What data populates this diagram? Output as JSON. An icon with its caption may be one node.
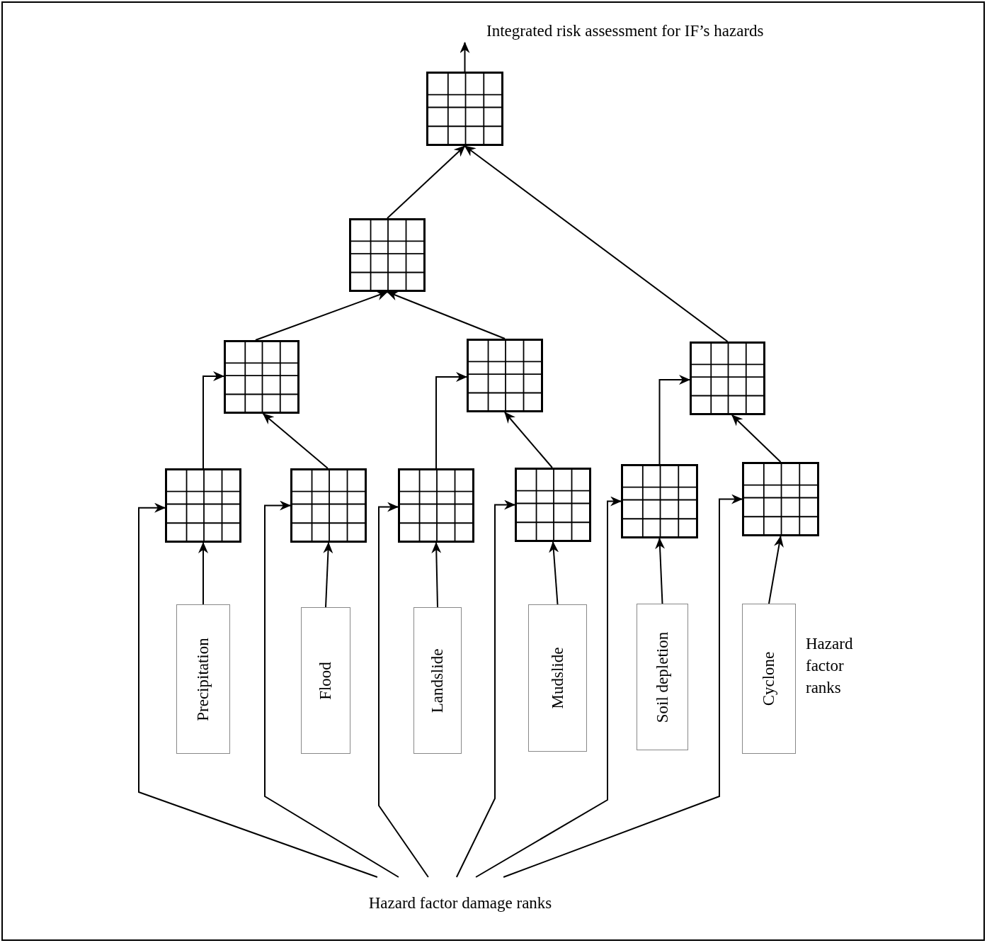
{
  "diagram": {
    "nodes": [
      {
        "text": [],
        "shape": "grid"
      },
      {
        "text": [],
        "shape": "grid"
      },
      {
        "text": [],
        "shape": "grid"
      },
      {
        "text": [],
        "shape": "grid"
      },
      {
        "text": [],
        "shape": "grid"
      },
      {
        "text": [],
        "shape": "grid"
      },
      {
        "text": [],
        "shape": "grid"
      },
      {
        "text": [],
        "shape": "grid"
      },
      {
        "text": [],
        "shape": "grid"
      },
      {
        "text": [],
        "shape": "grid"
      },
      {
        "text": [],
        "shape": "grid"
      },
      {
        "text": [
          "Precipitation"
        ]
      },
      {
        "text": [
          "Flood"
        ]
      },
      {
        "text": [
          "Landslide"
        ]
      },
      {
        "text": [
          "Mudslide"
        ]
      },
      {
        "text": [
          "Soil depletion"
        ]
      },
      {
        "text": [
          "Cyclone"
        ]
      },
      {
        "text": [
          "Integrated risk assessment for IF’s hazards"
        ]
      },
      {
        "text": [
          "Hazard factor damage ranks"
        ]
      }
    ],
    "edges": [
      {
        "from": 0,
        "to": 17,
        "arrow": "to"
      },
      {
        "from": 1,
        "to": 0,
        "arrow": "to"
      },
      {
        "from": 4,
        "to": 0,
        "arrow": "to"
      },
      {
        "from": 2,
        "to": 1,
        "arrow": "to"
      },
      {
        "from": 3,
        "to": 1,
        "arrow": "to"
      },
      {
        "from": 5,
        "to": 2,
        "arrow": "to"
      },
      {
        "from": 6,
        "to": 2,
        "arrow": "to"
      },
      {
        "from": 7,
        "to": 3,
        "arrow": "to"
      },
      {
        "from": 8,
        "to": 3,
        "arrow": "to"
      },
      {
        "from": 9,
        "to": 4,
        "arrow": "to"
      },
      {
        "from": 10,
        "to": 4,
        "arrow": "to"
      },
      {
        "from": 11,
        "to": 5,
        "arrow": "to"
      },
      {
        "from": 12,
        "to": 6,
        "arrow": "to"
      },
      {
        "from": 13,
        "to": 7,
        "arrow": "to"
      },
      {
        "from": 14,
        "to": 8,
        "arrow": "to"
      },
      {
        "from": 15,
        "to": 9,
        "arrow": "to"
      },
      {
        "from": 16,
        "to": 10,
        "arrow": "to"
      },
      {
        "from": 18,
        "to": 5,
        "arrow": "to"
      },
      {
        "from": 18,
        "to": 6,
        "arrow": "to"
      },
      {
        "from": 18,
        "to": 7,
        "arrow": "to"
      },
      {
        "from": 18,
        "to": 8,
        "arrow": "to"
      },
      {
        "from": 18,
        "to": 9,
        "arrow": "to"
      },
      {
        "from": 18,
        "to": 10,
        "arrow": "to"
      }
    ],
    "labels": [
      "Hazard factor ranks"
    ]
  }
}
